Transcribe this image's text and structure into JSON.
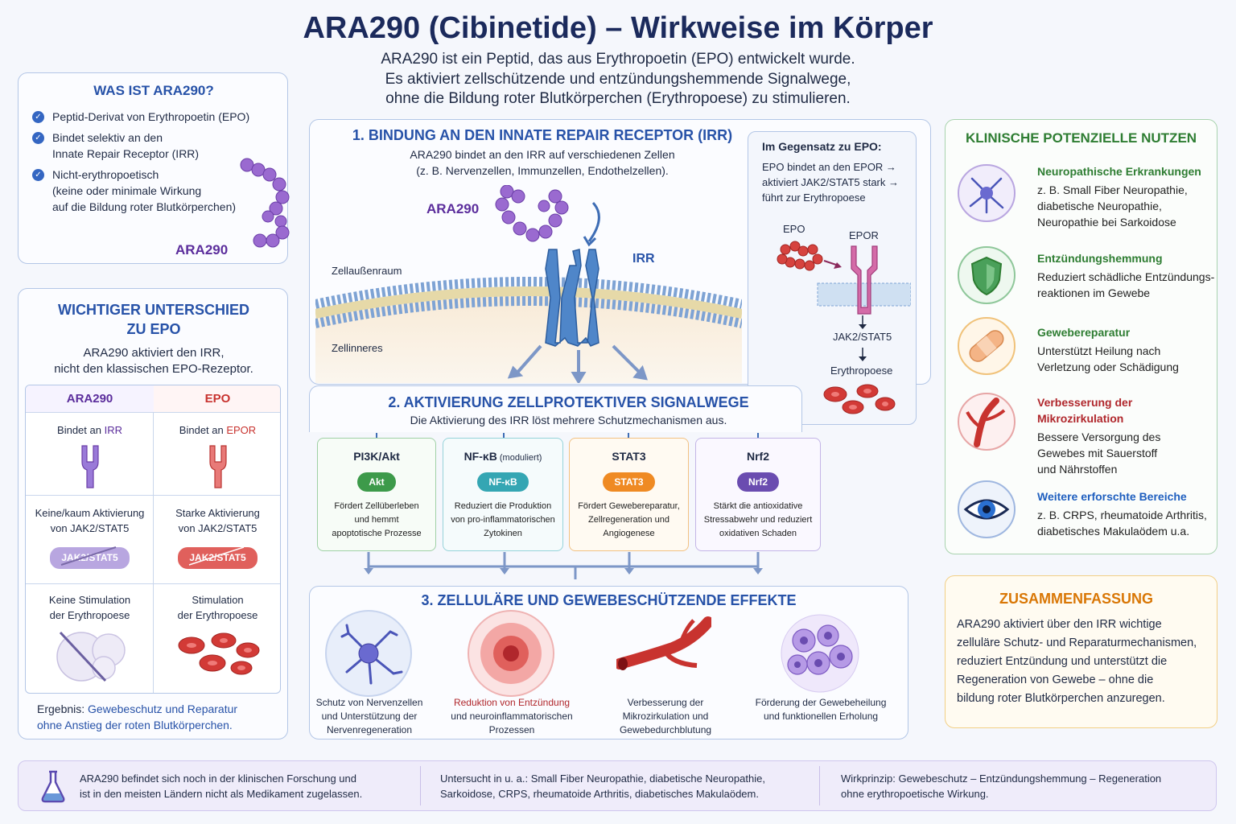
{
  "header": {
    "title": "ARA290 (Cibinetide) – Wirkweise im Körper",
    "subtitle_lines": [
      "ARA290 ist ein Peptid, das aus Erythropoetin (EPO) entwickelt wurde.",
      "Es aktiviert zellschützende und entzündungshemmende Signalwege,",
      "ohne die Bildung roter Blutkörperchen (Erythropoese) zu stimulieren."
    ]
  },
  "what_is": {
    "title": "WAS IST ARA290?",
    "items": [
      [
        "Peptid-Derivat von Erythropoetin (EPO)"
      ],
      [
        "Bindet selektiv an den",
        "Innate Repair Receptor (IRR)"
      ],
      [
        "Nicht-erythropoetisch",
        "(keine oder minimale Wirkung",
        "auf die Bildung roter Blutkörperchen)"
      ]
    ],
    "molecule_label": "ARA290"
  },
  "difference": {
    "title_lines": [
      "WICHTIGER UNTERSCHIED",
      "ZU EPO"
    ],
    "intro_lines": [
      "ARA290 aktiviert den IRR,",
      "nicht den klassischen EPO-Rezeptor."
    ],
    "ara": {
      "header": "ARA290",
      "binds_prefix": "Bindet an ",
      "binds_receptor": "IRR",
      "activation_lines": [
        "Keine/kaum Aktivierung",
        "von JAK2/STAT5"
      ],
      "pill": "JAK2/STAT5",
      "stim_lines": [
        "Keine Stimulation",
        "der Erythropoese"
      ]
    },
    "epo": {
      "header": "EPO",
      "binds_prefix": "Bindet an ",
      "binds_receptor": "EPOR",
      "activation_lines": [
        "Starke Aktivierung",
        "von JAK2/STAT5"
      ],
      "pill": "JAK2/STAT5",
      "stim_lines": [
        "Stimulation",
        "der Erythropoese"
      ]
    },
    "result_prefix": "Ergebnis: ",
    "result_lines": [
      "Gewebeschutz und Reparatur",
      "ohne Anstieg der roten Blutkörperchen."
    ]
  },
  "step1": {
    "title": "1.  BINDUNG AN DEN INNATE REPAIR RECEPTOR (IRR)",
    "desc_lines": [
      "ARA290 bindet an den IRR auf verschiedenen Zellen",
      "(z. B. Nervenzellen, Immunzellen, Endothelzellen)."
    ],
    "ara_label": "ARA290",
    "irr_label": "IRR",
    "outside_label": "Zellaußenraum",
    "inside_label": "Zellinneres"
  },
  "contrast": {
    "title": "Im Gegensatz zu EPO:",
    "lines": [
      "EPO bindet an den EPOR →",
      "aktiviert JAK2/STAT5 stark →",
      "führt zur Erythropoese"
    ],
    "epo_label": "EPO",
    "epor_label": "EPOR",
    "jak_label": "JAK2/STAT5",
    "ery_label": "Erythropoese"
  },
  "step2": {
    "title": "2.  AKTIVIERUNG ZELLPROTEKTIVER SIGNALWEGE",
    "desc": "Die Aktivierung des IRR löst mehrere Schutzmechanismen aus.",
    "pathways": [
      {
        "name": "PI3K/Akt",
        "name_suffix": "",
        "pill": "Akt",
        "color": "#3d9a4a",
        "border": "#9fd0a5",
        "lines": [
          "Fördert Zellüberleben",
          "und hemmt",
          "apoptotische Prozesse"
        ]
      },
      {
        "name": "NF-κB",
        "name_suffix": " (moduliert)",
        "pill": "NF-κB",
        "color": "#34a6b3",
        "border": "#96d3da",
        "lines": [
          "Reduziert die Produktion",
          "von pro-inflammatorischen",
          "Zytokinen"
        ]
      },
      {
        "name": "STAT3",
        "name_suffix": "",
        "pill": "STAT3",
        "color": "#ef8a23",
        "border": "#f2c182",
        "lines": [
          "Fördert Gewebereparatur,",
          "Zellregeneration und",
          "Angiogenese"
        ]
      },
      {
        "name": "Nrf2",
        "name_suffix": "",
        "pill": "Nrf2",
        "color": "#6a4cb0",
        "border": "#c3b5e6",
        "lines": [
          "Stärkt die antioxidative",
          "Stressabwehr und reduziert",
          "oxidativen Schaden"
        ]
      }
    ]
  },
  "step3": {
    "title": "3.  ZELLULÄRE UND GEWEBESCHÜTZENDE EFFEKTE",
    "effects": [
      {
        "icon": "neuron-icon",
        "color": "#1f2a44",
        "lines": [
          "Schutz von Nervenzellen",
          "und Unterstützung der",
          "Nervenregeneration"
        ]
      },
      {
        "icon": "inflamed-cell-icon",
        "color": "#b0272c",
        "lines": [
          "Reduktion von Entzündung",
          "und neuroinflammatorischen",
          "Prozessen"
        ]
      },
      {
        "icon": "blood-vessel-icon",
        "color": "#1f2a44",
        "lines": [
          "Verbesserung der",
          "Mikrozirkulation und",
          "Gewebedurchblutung"
        ]
      },
      {
        "icon": "tissue-cells-icon",
        "color": "#1f2a44",
        "lines": [
          "Förderung der Gewebeheilung",
          "und funktionellen Erholung"
        ]
      }
    ]
  },
  "clinical": {
    "title": "KLINISCHE POTENZIELLE NUTZEN",
    "items": [
      {
        "icon": "neuron-icon",
        "color": "#2e7d32",
        "ring": "#b9a6e0",
        "title_lines": [
          "Neuropathische Erkrankungen"
        ],
        "desc_lines": [
          "z. B. Small Fiber Neuropathie,",
          "diabetische Neuropathie,",
          "Neuropathie bei Sarkoidose"
        ]
      },
      {
        "icon": "shield-icon",
        "color": "#2e7d32",
        "ring": "#8fc79a",
        "title_lines": [
          "Entzündungshemmung"
        ],
        "desc_lines": [
          "Reduziert schädliche Entzündungs-",
          "reaktionen im Gewebe"
        ]
      },
      {
        "icon": "bandage-icon",
        "color": "#2e7d32",
        "ring": "#f0c27a",
        "title_lines": [
          "Gewebereparatur"
        ],
        "desc_lines": [
          "Unterstützt Heilung nach",
          "Verletzung oder Schädigung"
        ]
      },
      {
        "icon": "vessel-icon",
        "color": "#b0272c",
        "ring": "#e7a6a6",
        "title_lines": [
          "Verbesserung der",
          "Mikrozirkulation"
        ],
        "desc_lines": [
          "Bessere Versorgung des",
          "Gewebes mit Sauerstoff",
          "und Nährstoffen"
        ]
      },
      {
        "icon": "eye-icon",
        "color": "#1f5fbf",
        "ring": "#9fb7e0",
        "title_lines": [
          "Weitere erforschte Bereiche"
        ],
        "desc_lines": [
          "z. B. CRPS, rheumatoide Arthritis,",
          "diabetisches Makulaödem u.a."
        ]
      }
    ]
  },
  "summary": {
    "title": "ZUSAMMENFASSUNG",
    "lines": [
      "ARA290 aktiviert über den IRR wichtige",
      "zelluläre Schutz- und Reparaturmechanismen,",
      "reduziert Entzündung und unterstützt die",
      "Regeneration von Gewebe – ohne die",
      "bildung roter Blutkörperchen anzuregen."
    ]
  },
  "footer": {
    "col1": [
      "ARA290 befindet sich noch in der klinischen Forschung und",
      "ist in den meisten Ländern nicht als Medikament zugelassen."
    ],
    "col2": [
      "Untersucht in u. a.: Small Fiber Neuropathie, diabetische Neuropathie,",
      "Sarkoidose, CRPS, rheumatoide Arthritis, diabetisches Makulaödem."
    ],
    "col3": [
      "Wirkprinzip: Gewebeschutz – Entzündungshemmung – Regeneration",
      "ohne erythropoetische Wirkung."
    ]
  },
  "colors": {
    "accent_blue": "#2752a8",
    "ara_purple": "#5b2d9c",
    "epo_red": "#c8332f",
    "clinical_green": "#2e7d32",
    "summary_orange": "#d97706"
  }
}
